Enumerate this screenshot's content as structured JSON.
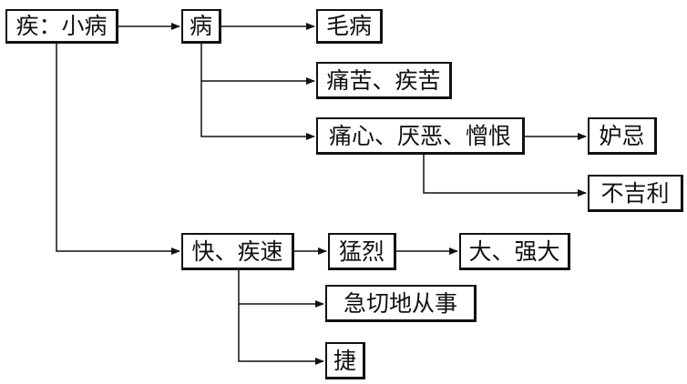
{
  "nodes": {
    "root": "疾：小病",
    "bing": "病",
    "mao_bing": "毛病",
    "tong_ku": "痛苦、疾苦",
    "tong_xin": "痛心、厌恶、憎恨",
    "du_ji": "妒忌",
    "bu_ji_li": "不吉利",
    "kuai": "快、疾速",
    "meng_lie": "猛烈",
    "da": "大、强大",
    "ji_qie": "急切地从事",
    "jie": "捷"
  },
  "colors": {
    "line": "#111111",
    "border": "#111111",
    "text": "#111111",
    "background": "#ffffff"
  }
}
